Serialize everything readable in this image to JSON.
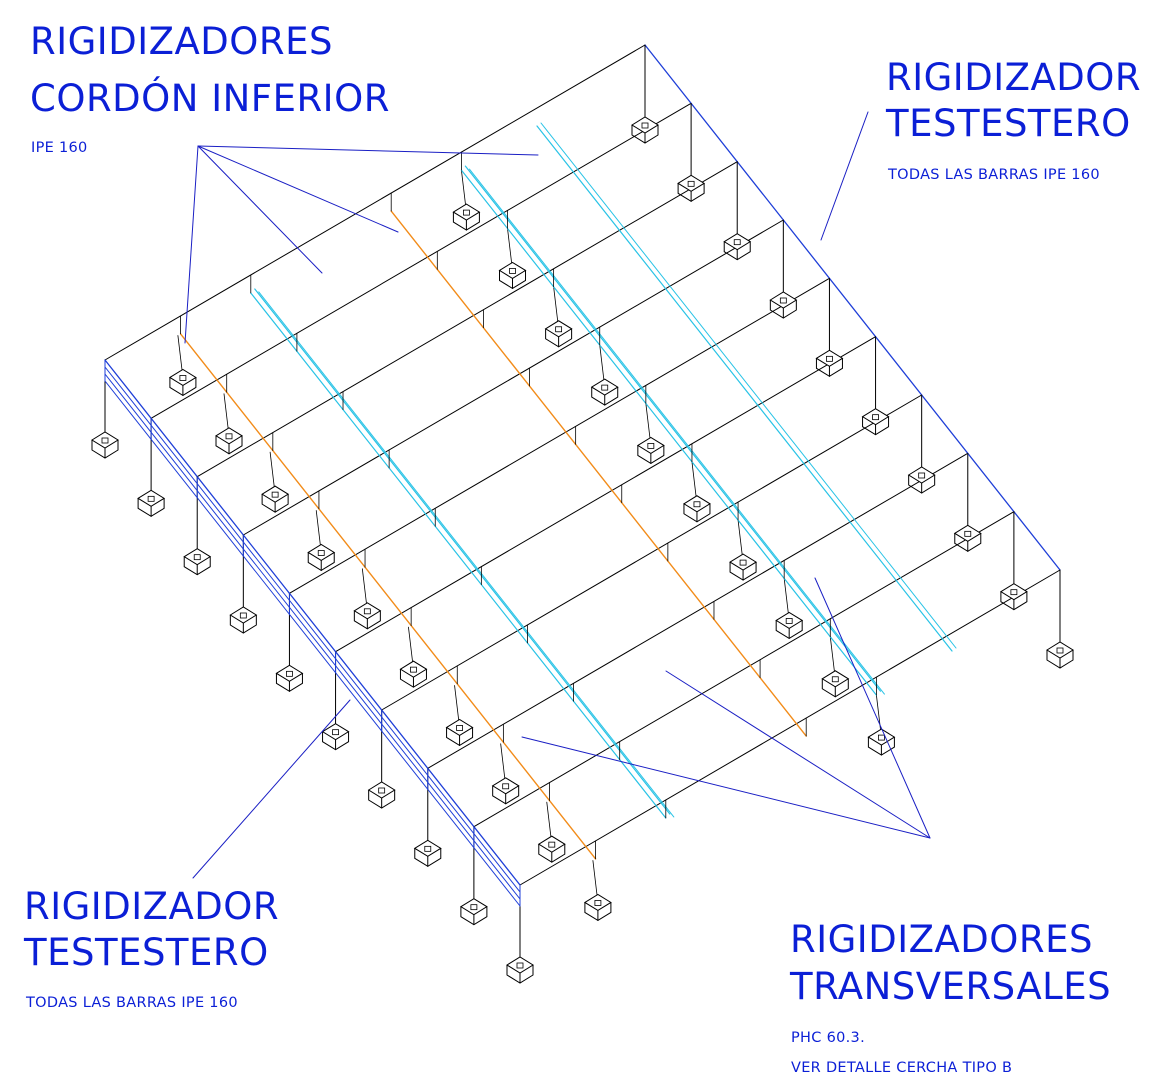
{
  "labels": {
    "cordon_inferior": {
      "line1": "RIGIDIZADORES",
      "line2": "CORDÓN INFERIOR",
      "note": "IPE 160"
    },
    "testero_right": {
      "line1": "RIGIDIZADOR",
      "line2": "TESTESTERO",
      "note": "TODAS LAS BARRAS IPE 160"
    },
    "testero_left": {
      "line1": "RIGIDIZADOR",
      "line2": "TESTESTERO",
      "note": "TODAS LAS BARRAS IPE 160"
    },
    "transversales": {
      "line1": "RIGIDIZADORES",
      "line2": "TRANSVERSALES",
      "note1": "PHC 60.3.",
      "note2": "VER DETALLE CERCHA TIPO B"
    }
  },
  "colors": {
    "frame": "#000000",
    "testero_bracing": "#1f3fd8",
    "cordon_inferior": "#f28c1a",
    "transversal": "#29c3e6",
    "leader": "#1a1fc4",
    "text": "#0b1fd6"
  }
}
